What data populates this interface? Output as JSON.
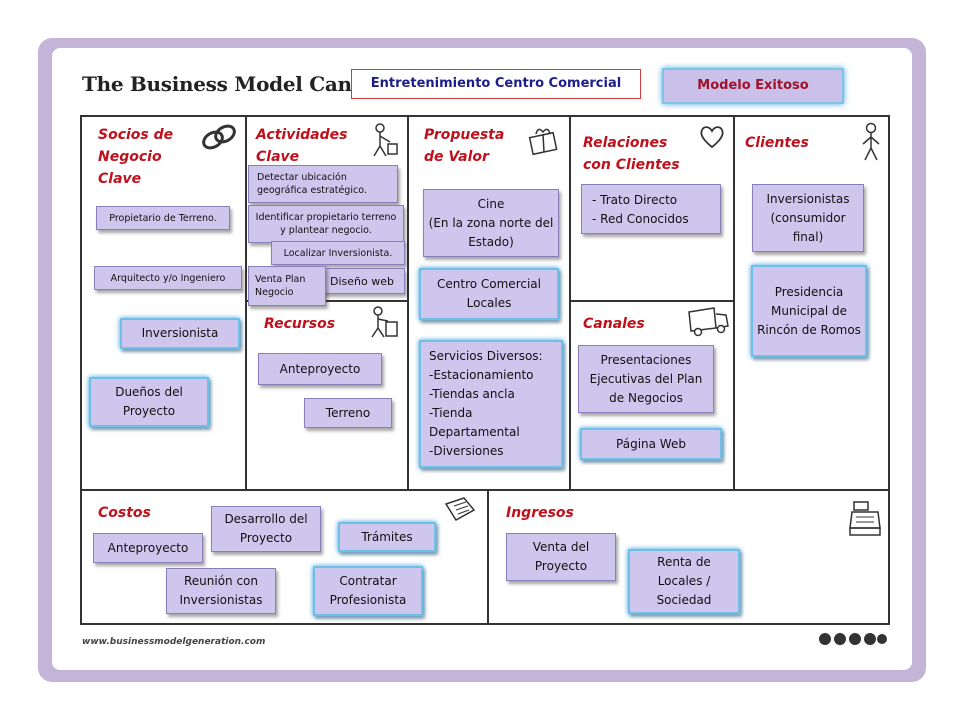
{
  "header": {
    "title": "The Business Model Canvas",
    "subject": "Entretenimiento Centro Comercial",
    "stamp": "Modelo Exitoso"
  },
  "sections": {
    "socios": "Socios de\nNegocio\nClave",
    "actividades": "Actividades\nClave",
    "propuesta": "Propuesta\nde Valor",
    "relaciones": "Relaciones\ncon Clientes",
    "clientes": "Clientes",
    "recursos": "Recursos",
    "canales": "Canales",
    "costos": "Costos",
    "ingresos": "Ingresos"
  },
  "notes": {
    "socios": [
      "Propietario  de Terreno.",
      "Arquitecto y/o Ingeniero",
      "Inversionista",
      "Dueños del Proyecto"
    ],
    "actividades": [
      "Detectar ubicación geográfica estratégico.",
      "Identificar propietario terreno y plantear negocio.",
      "Localizar Inversionista.",
      "Diseño web",
      "Venta Plan Negocio"
    ],
    "recursos": [
      "Anteproyecto",
      "Terreno"
    ],
    "propuesta": [
      "Cine\n(En la zona norte del Estado)",
      "Centro Comercial Locales",
      "Servicios  Diversos:\n-Estacionamiento\n-Tiendas ancla\n-Tienda Departamental\n-Diversiones"
    ],
    "relaciones": [
      "- Trato Directo\n- Red Conocidos"
    ],
    "canales": [
      "Presentaciones Ejecutivas  del Plan de Negocios",
      "Página Web"
    ],
    "clientes": [
      "Inversionistas (consumidor final)",
      "Presidencia Municipal  de Rincón de Romos"
    ],
    "costos": [
      "Desarrollo del Proyecto",
      "Anteproyecto",
      "Trámites",
      "Reunión con Inversionistas",
      "Contratar Profesionista"
    ],
    "ingresos": [
      "Venta del Proyecto",
      "Renta de Locales / Sociedad"
    ]
  },
  "footer": {
    "url": "www.businessmodelgeneration.com"
  },
  "colors": {
    "frame": "#c3b4d8",
    "note": "#cfc6ee",
    "section_title": "#c0101b",
    "glow": "#6ec0e8"
  },
  "icons": [
    "chain-link-icon",
    "worker-icon",
    "gift-icon",
    "heart-icon",
    "person-icon",
    "factory-worker-icon",
    "truck-icon",
    "price-tag-icon",
    "cash-register-icon"
  ]
}
